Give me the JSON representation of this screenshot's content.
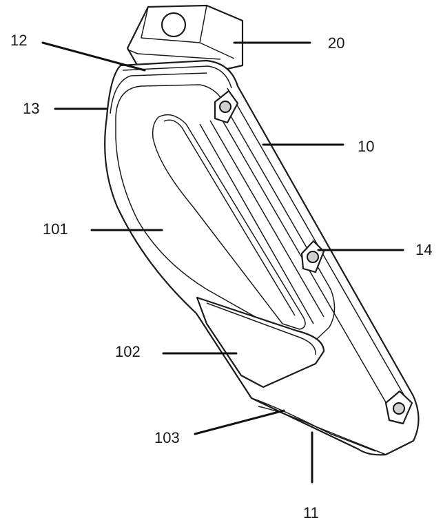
{
  "figure": {
    "labels": {
      "l10": "10",
      "l11": "11",
      "l12": "12",
      "l13": "13",
      "l14": "14",
      "l20": "20",
      "l101": "101",
      "l102": "102",
      "l103": "103"
    },
    "colors": {
      "line": "#1b1b1b",
      "background": "#ffffff",
      "shade": "#d9d9d9"
    }
  }
}
